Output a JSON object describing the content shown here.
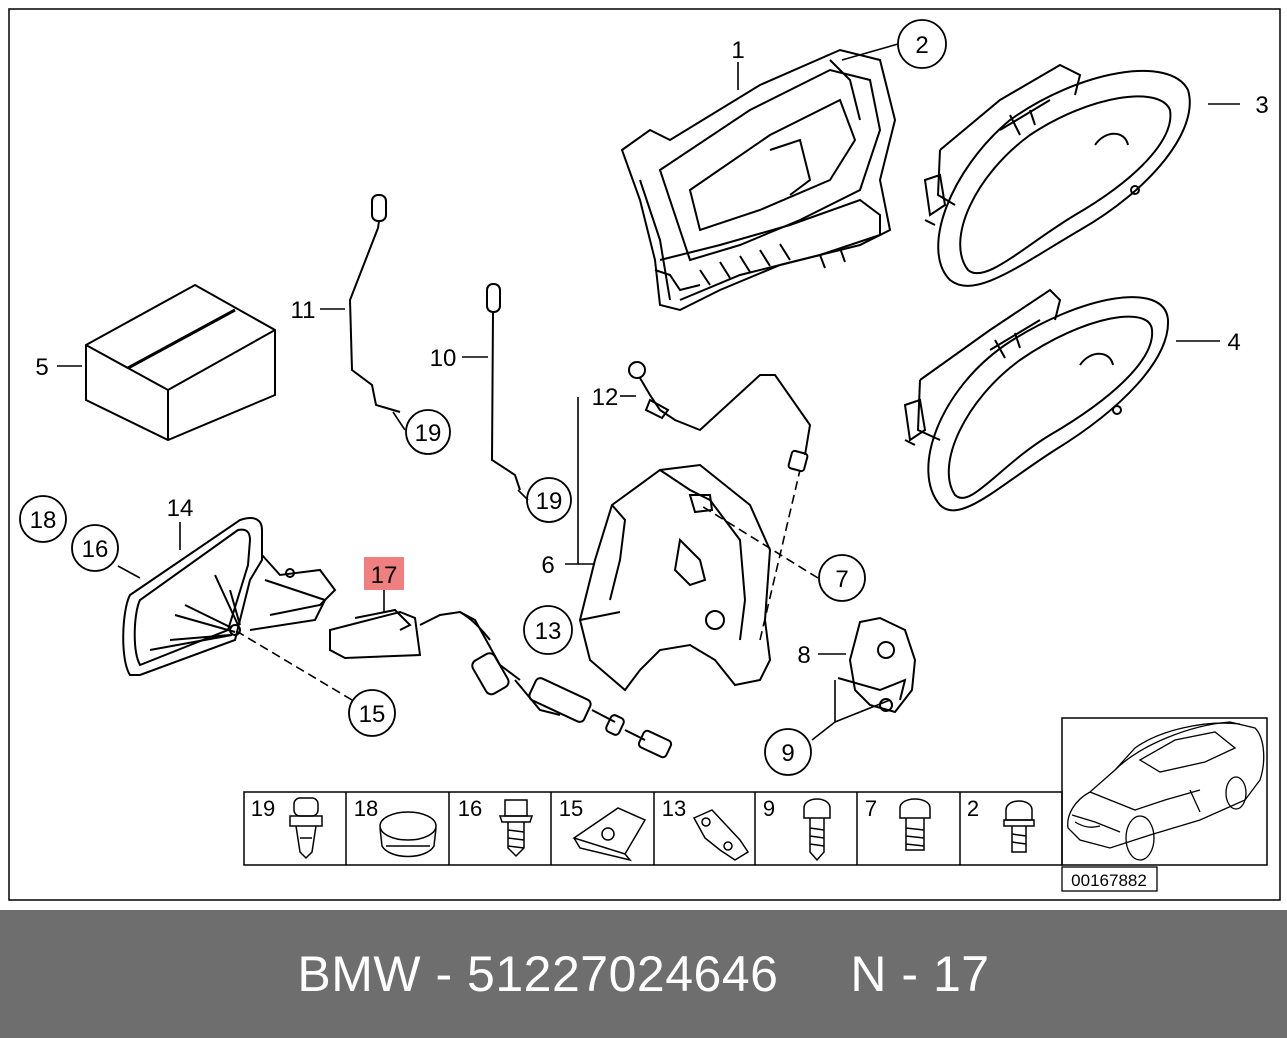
{
  "diagram": {
    "callouts": {
      "c1": "1",
      "c2": "2",
      "c3": "3",
      "c4": "4",
      "c5": "5",
      "c6": "6",
      "c7": "7",
      "c8": "8",
      "c9": "9",
      "c10": "10",
      "c11": "11",
      "c12": "12",
      "c13": "13",
      "c14": "14",
      "c15": "15",
      "c16": "16",
      "c17": "17",
      "c18": "18",
      "c19a": "19",
      "c19b": "19"
    },
    "highlight_color": "#f08080",
    "parts_strip": [
      {
        "label": "19"
      },
      {
        "label": "18"
      },
      {
        "label": "16"
      },
      {
        "label": "15"
      },
      {
        "label": "13"
      },
      {
        "label": "9"
      },
      {
        "label": "7"
      },
      {
        "label": "2"
      }
    ],
    "reference_number": "00167882"
  },
  "footer": {
    "brand": "BMW",
    "separator": " - ",
    "part_number": "51227024646",
    "page_label": "N - 17",
    "background_color": "#6e6e6e"
  }
}
